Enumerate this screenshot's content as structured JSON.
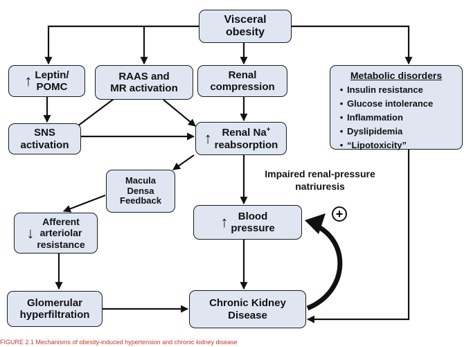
{
  "nodes": {
    "visceral_obesity": {
      "line1": "Visceral",
      "line2": "obesity"
    },
    "leptin": {
      "arrow": "↑",
      "line1": "Leptin/",
      "line2": "POMC"
    },
    "raas": {
      "line1": "RAAS and",
      "line2": "MR activation"
    },
    "renal_compression": {
      "line1": "Renal",
      "line2": "compression"
    },
    "metabolic": {
      "title": "Metabolic disorders",
      "bullet": "•",
      "items": [
        "Insulin resistance",
        "Glucose intolerance",
        "Inflammation",
        "Dyslipidemia",
        "“Lipotoxicity”"
      ]
    },
    "sns": {
      "line1": "SNS",
      "line2": "activation"
    },
    "renal_na": {
      "arrow": "↑",
      "line1": "Renal Na",
      "superscript": "+",
      "line2": "reabsorption"
    },
    "macula": {
      "line1": "Macula",
      "line2": "Densa",
      "line3": "Feedback"
    },
    "afferent": {
      "arrow": "↓",
      "line1": "Afferent",
      "line2": "arteriolar",
      "line3": "resistance"
    },
    "blood_pressure": {
      "arrow": "↑",
      "line1": "Blood",
      "line2": "pressure"
    },
    "glomerular": {
      "line1": "Glomerular",
      "line2": "hyperfiltration"
    },
    "ckd": {
      "line1": "Chronic Kidney",
      "line2": "Disease"
    }
  },
  "edge_label": {
    "line1": "Impaired renal-pressure",
    "line2": "natriuresis"
  },
  "feedback_symbol": "+",
  "caption": "FIGURE 2.1  Mechanisms of obesity-induced hypertension and chronic kidney disease"
}
